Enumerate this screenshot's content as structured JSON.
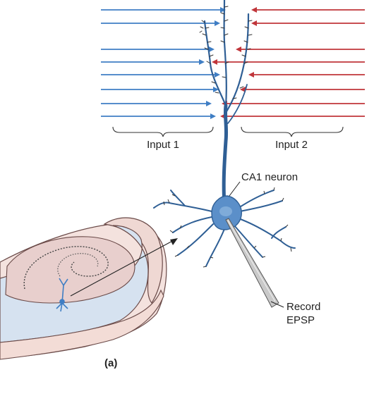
{
  "labels": {
    "input1": "Input 1",
    "input2": "Input 2",
    "neuron": "CA1 neuron",
    "record_line1": "Record",
    "record_line2": "EPSP",
    "panel": "(a)"
  },
  "colors": {
    "input1_axon": "#3f7ec4",
    "input2_axon": "#c0353a",
    "neuron_fill": "#5b8fc9",
    "neuron_dark": "#2f5f95",
    "slice_pink": "#f2dcd8",
    "slice_blue": "#d6e2f0",
    "slice_edge": "#6a4a48",
    "text": "#222222"
  },
  "icons": {
    "input1_terminal": "blue-triangle-terminal",
    "input2_terminal": "red-triangle-terminal",
    "electrode": "recording-electrode"
  }
}
